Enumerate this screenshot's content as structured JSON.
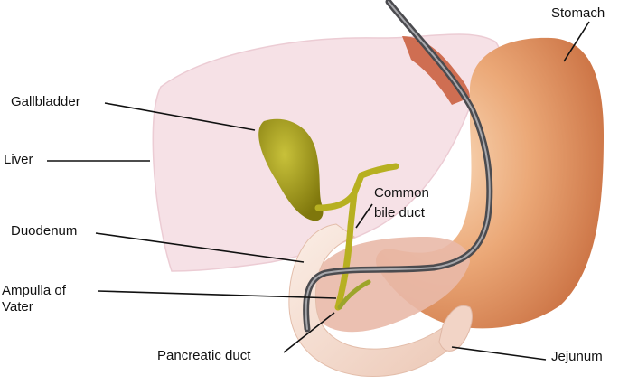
{
  "labels": {
    "stomach": "Stomach",
    "gallbladder": "Gallbladder",
    "liver": "Liver",
    "common_bile_duct_line1": "Common",
    "common_bile_duct_line2": "bile duct",
    "duodenum": "Duodenum",
    "ampulla_line1": "Ampulla of",
    "ampulla_line2": "Vater",
    "pancreatic_duct": "Pancreatic duct",
    "jejunum": "Jejunum"
  },
  "colors": {
    "liver": "#f6e1e6",
    "liver_edge": "#e9c9d1",
    "gallbladder": "#a29a12",
    "bile_duct": "#b7b021",
    "stomach_light": "#f3c29b",
    "stomach_dark": "#c9743f",
    "esophagus": "#cf6e52",
    "duodenum": "#f5ddd1",
    "pancreas": "#e9b9a9",
    "endoscope": "#4b4b4f",
    "leader_line": "#111111"
  }
}
